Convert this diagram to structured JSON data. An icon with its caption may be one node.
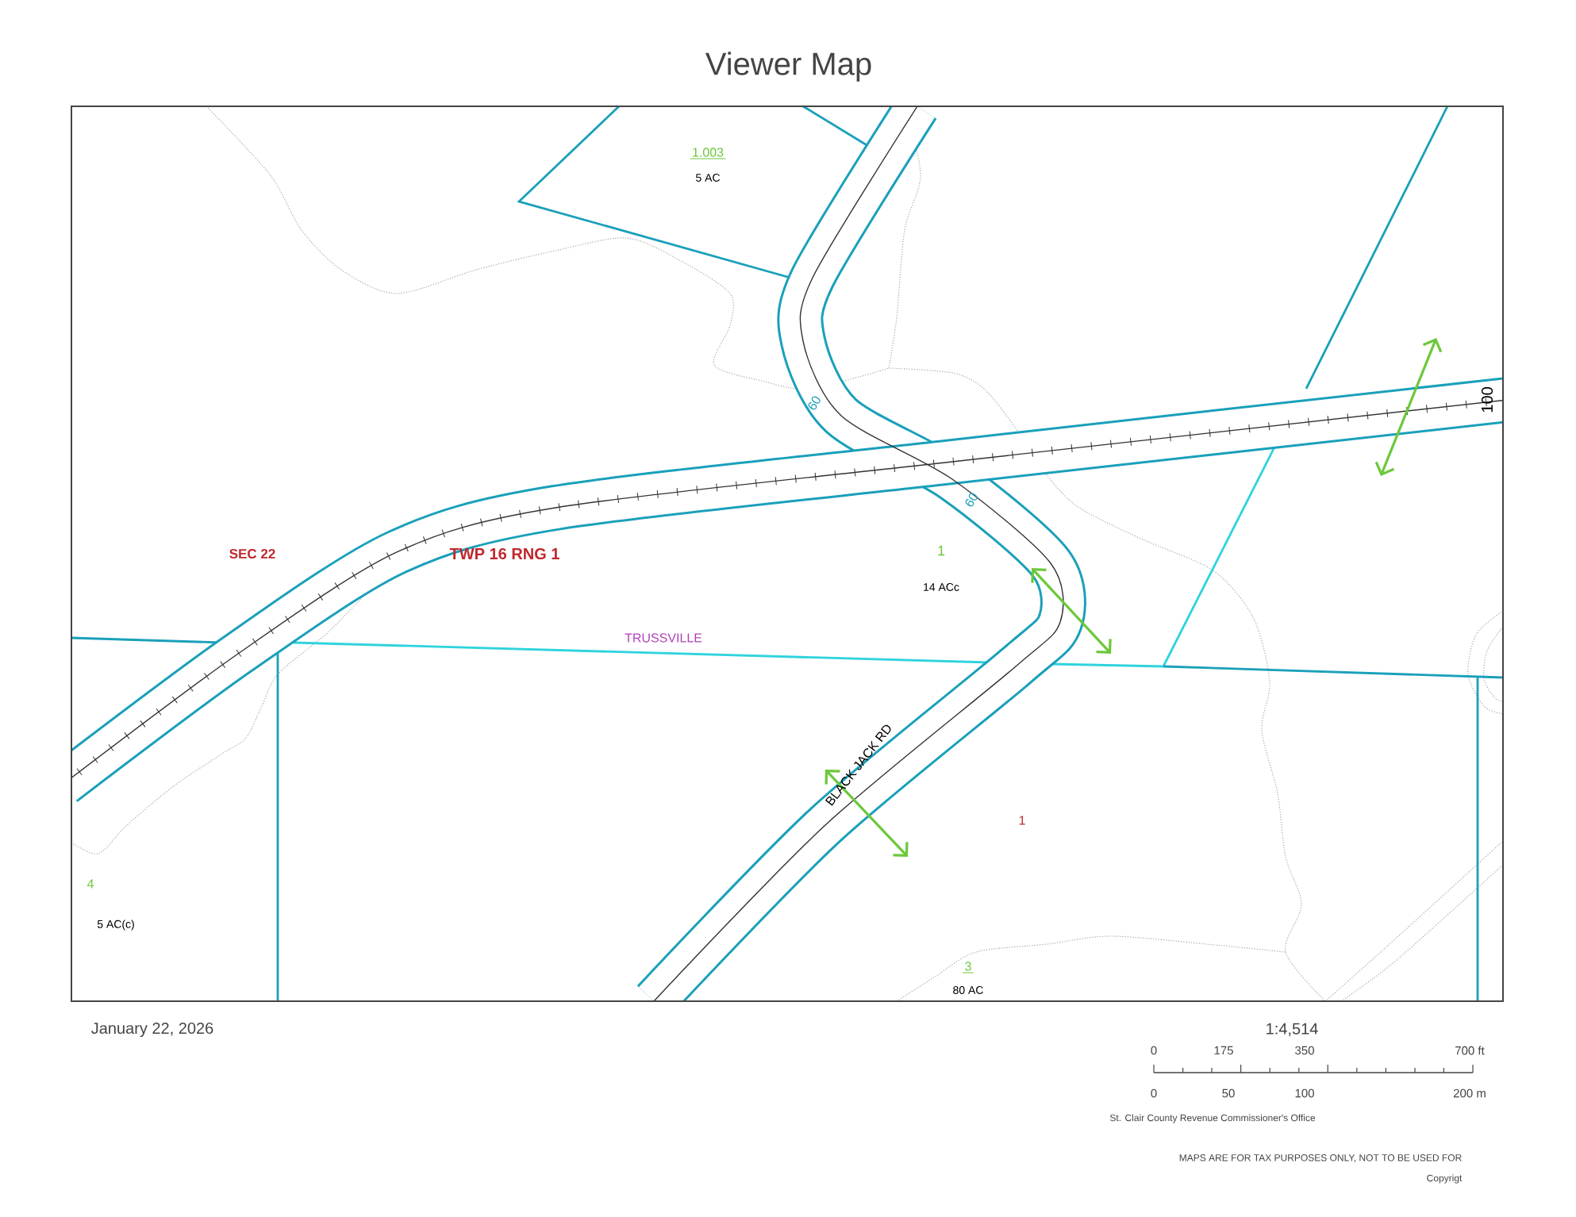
{
  "diagram": {
    "title": "Viewer Map",
    "labels": [
      "1.003",
      "5 AC",
      "60",
      "100",
      "60",
      "SEC 22",
      "TWP 16 RNG 1",
      "1",
      "14 ACc",
      "TRUSSVILLE",
      "BLACK JACK RD",
      "1",
      "4",
      "5 AC(c)",
      "3",
      "80 AC",
      "January 22, 2026",
      "1:4,514",
      "0",
      "175",
      "350",
      "700 ft",
      "0",
      "50",
      "100",
      "200 m",
      "St. Clair County Revenue Commissioner's Office",
      "MAPS ARE FOR TAX PURPOSES ONLY, NOT TO BE USED FOR",
      "Copyrigt"
    ]
  }
}
